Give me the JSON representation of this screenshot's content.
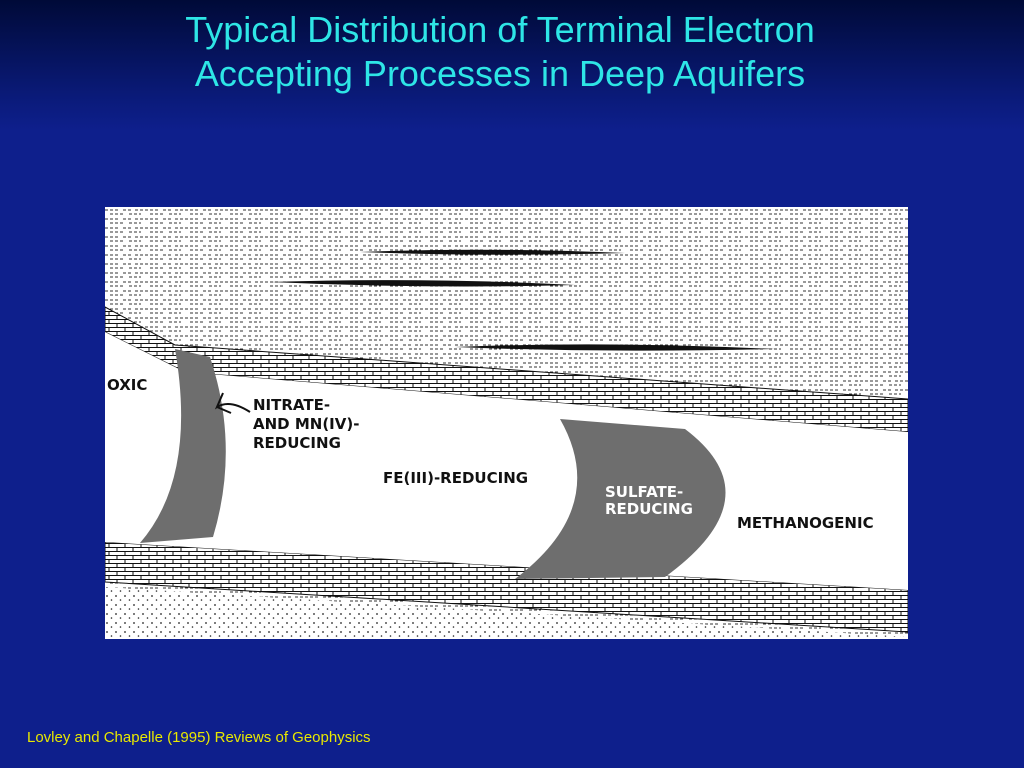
{
  "slide": {
    "title_line1": "Typical Distribution of Terminal Electron",
    "title_line2": "Accepting Processes in Deep Aquifers",
    "citation": "Lovley and Chapelle (1995) Reviews of Geophysics"
  },
  "diagram": {
    "zones": {
      "oxic": "OXIC",
      "nitrate_line1": "NITRATE-",
      "nitrate_line2": "AND MN(IV)-",
      "nitrate_line3": "REDUCING",
      "fe": "FE(III)-REDUCING",
      "sulfate_line1": "SULFATE-",
      "sulfate_line2": "REDUCING",
      "methanogenic": "METHANOGENIC"
    },
    "colors": {
      "background": "#0e1f8c",
      "title": "#2ee6e6",
      "citation": "#e8e800",
      "gradient_zone": "#6e6e6e"
    }
  }
}
